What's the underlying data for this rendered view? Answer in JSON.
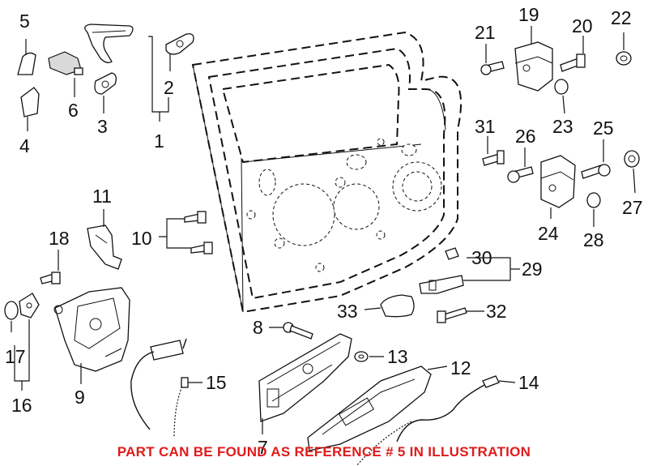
{
  "diagram": {
    "callouts": {
      "c1": "1",
      "c2": "2",
      "c3": "3",
      "c4": "4",
      "c5": "5",
      "c6": "6",
      "c7": "7",
      "c8": "8",
      "c9": "9",
      "c10": "10",
      "c11": "11",
      "c12": "12",
      "c13": "13",
      "c14": "14",
      "c15": "15",
      "c16": "16",
      "c17": "17",
      "c18": "18",
      "c19": "19",
      "c20": "20",
      "c21": "21",
      "c22": "22",
      "c23": "23",
      "c24": "24",
      "c25": "25",
      "c26": "26",
      "c27": "27",
      "c28": "28",
      "c29": "29",
      "c30": "30",
      "c31": "31",
      "c32": "32",
      "c33": "33"
    },
    "notice": "PART CAN BE FOUND AS REFERENCE # 5 IN ILLUSTRATION",
    "notice_color": "#e01b1b"
  }
}
